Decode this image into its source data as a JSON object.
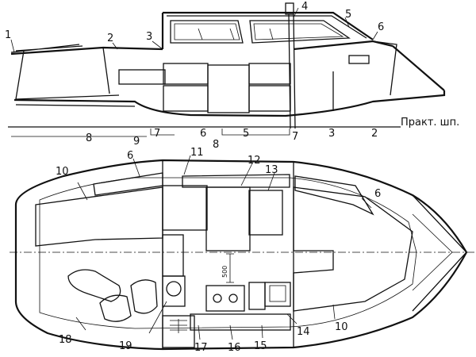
{
  "diagram": {
    "side_view_caption": "Практ. шп.",
    "bottom_dimension": "500",
    "callouts_side": [
      "1",
      "2",
      "3",
      "4",
      "5",
      "6",
      "7",
      "8",
      "9",
      "6",
      "5",
      "7",
      "3",
      "2",
      "8"
    ],
    "callouts_plan": [
      "10",
      "11",
      "12",
      "13",
      "6",
      "6",
      "10",
      "14",
      "15",
      "16",
      "17",
      "18",
      "19"
    ]
  }
}
